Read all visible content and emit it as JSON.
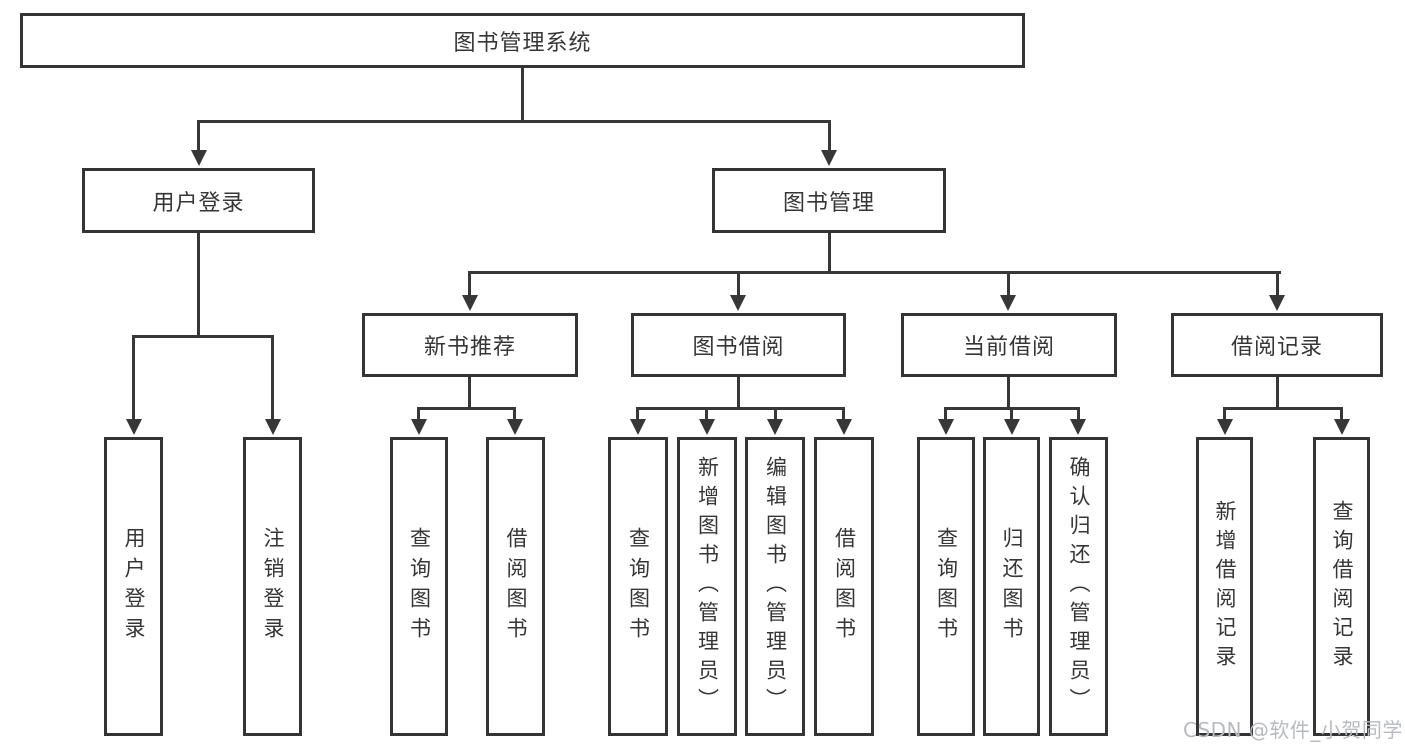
{
  "diagram": {
    "root": {
      "label": "图书管理系统"
    },
    "branches": [
      {
        "label": "用户登录",
        "children": [
          {
            "label": "用户登录"
          },
          {
            "label": "注销登录"
          }
        ]
      },
      {
        "label": "图书管理",
        "sections": [
          {
            "label": "新书推荐",
            "children": [
              {
                "label": "查询图书"
              },
              {
                "label": "借阅图书"
              }
            ]
          },
          {
            "label": "图书借阅",
            "children": [
              {
                "label": "查询图书"
              },
              {
                "label": "新增图书（管理员）"
              },
              {
                "label": "编辑图书（管理员）"
              },
              {
                "label": "借阅图书"
              }
            ]
          },
          {
            "label": "当前借阅",
            "children": [
              {
                "label": "查询图书"
              },
              {
                "label": "归还图书"
              },
              {
                "label": "确认归还（管理员）"
              }
            ]
          },
          {
            "label": "借阅记录",
            "children": [
              {
                "label": "新增借阅记录"
              },
              {
                "label": "查询借阅记录"
              }
            ]
          }
        ]
      }
    ]
  },
  "watermark": {
    "text": "CSDN @软件_小贺同学"
  },
  "colors": {
    "line": "#373737",
    "border": "#343434",
    "text": "#363636",
    "background": "#ffffff",
    "watermark": "#b7bbc0"
  }
}
